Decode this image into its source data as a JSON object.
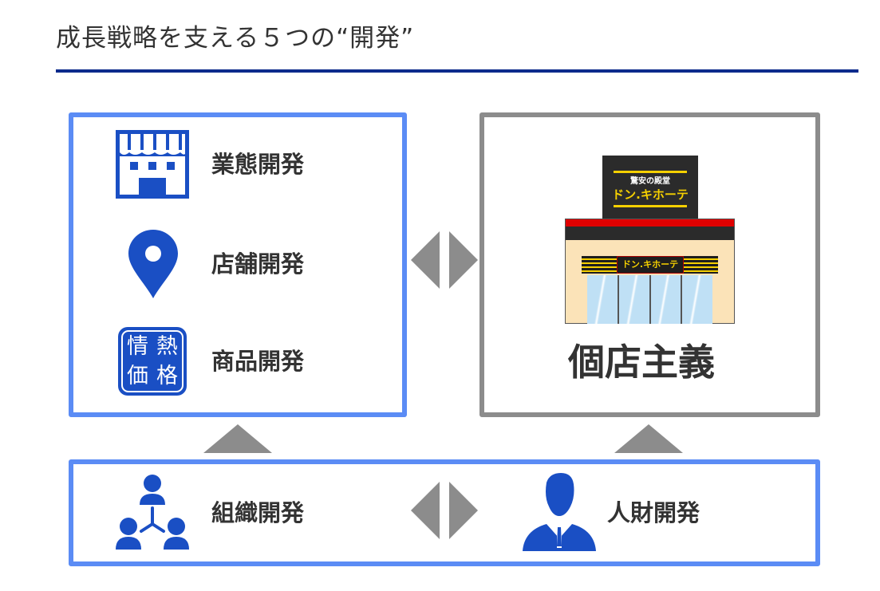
{
  "title": "成長戦略を支える５つの“開発”",
  "left_box": {
    "items": [
      {
        "label": "業態開発",
        "icon": "storefront-icon"
      },
      {
        "label": "店舗開発",
        "icon": "map-pin-icon"
      },
      {
        "label": "商品開発",
        "icon": "jonetsu-kakaku-badge-icon",
        "badge_text": [
          "情",
          "熱",
          "価",
          "格"
        ]
      }
    ]
  },
  "right_box": {
    "label": "個店主義",
    "store": {
      "sign_top": "驚安の殿堂",
      "sign_name": "ドン.キホーテ",
      "awning_name": "ドン.キホーテ"
    }
  },
  "bottom_box": {
    "items": [
      {
        "label": "組織開発",
        "icon": "org-network-icon"
      },
      {
        "label": "人財開発",
        "icon": "businessman-icon"
      }
    ]
  },
  "colors": {
    "blue": "#5b8cf5",
    "icon_blue": "#1a4fc4",
    "grey": "#8c8c8c",
    "navy": "#0b2a8c"
  }
}
